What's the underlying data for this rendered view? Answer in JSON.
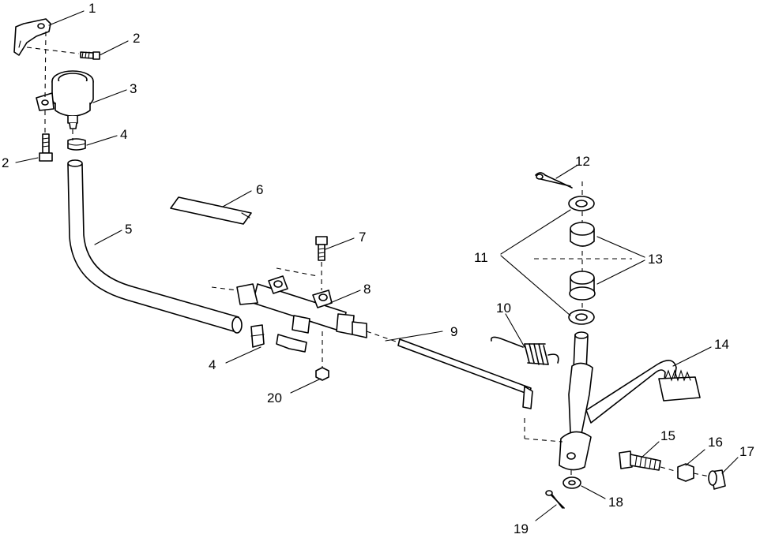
{
  "callouts": {
    "c1": "1",
    "c2a": "2",
    "c2b": "2",
    "c3": "3",
    "c4a": "4",
    "c4b": "4",
    "c5": "5",
    "c6": "6",
    "c7": "7",
    "c8": "8",
    "c9": "9",
    "c10": "10",
    "c11": "11",
    "c12": "12",
    "c13": "13",
    "c14": "14",
    "c15": "15",
    "c16": "16",
    "c17": "17",
    "c18": "18",
    "c19": "19",
    "c20": "20"
  }
}
